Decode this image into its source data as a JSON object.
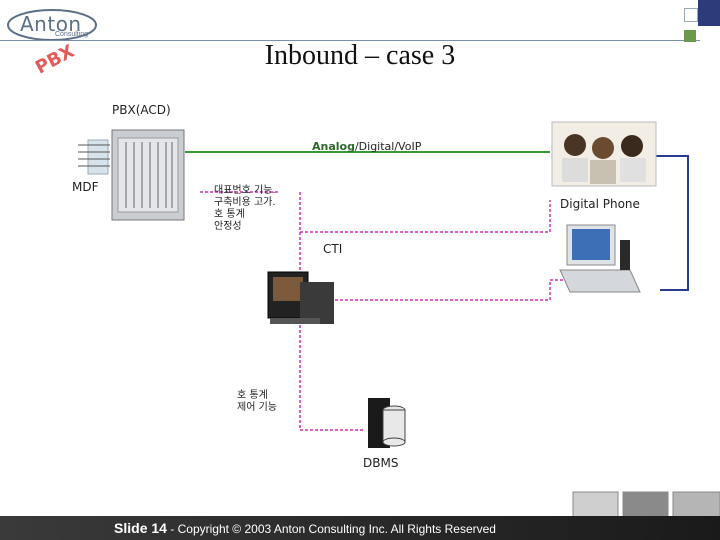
{
  "logo": {
    "name": "Anton",
    "sub": "Consulting"
  },
  "title": "Inbound – case 3",
  "watermark": "PBX",
  "labels": {
    "pbx_acd": "PBX(ACD)",
    "mdf": "MDF",
    "analog": "Analog",
    "analog_rest": "/Digital/VoIP",
    "digital_phone": "Digital Phone",
    "cti": "CTI",
    "dbms": "DBMS"
  },
  "notes": {
    "pbx_features": [
      "대표번호 기능.",
      "구축비용 고가.",
      "호 통계",
      "안정성"
    ],
    "cti_features": [
      "호 통계",
      "제어 기능"
    ]
  },
  "footer": {
    "slide": "Slide 14",
    "text": " - Copyright © 2003 Anton Consulting Inc.  All Rights Reserved"
  },
  "colors": {
    "line_green": "#3a9a3a",
    "dashed_magenta": "#d62fb0",
    "phone_blue": "#2b3c8c",
    "accent": "#2e3b7a"
  }
}
